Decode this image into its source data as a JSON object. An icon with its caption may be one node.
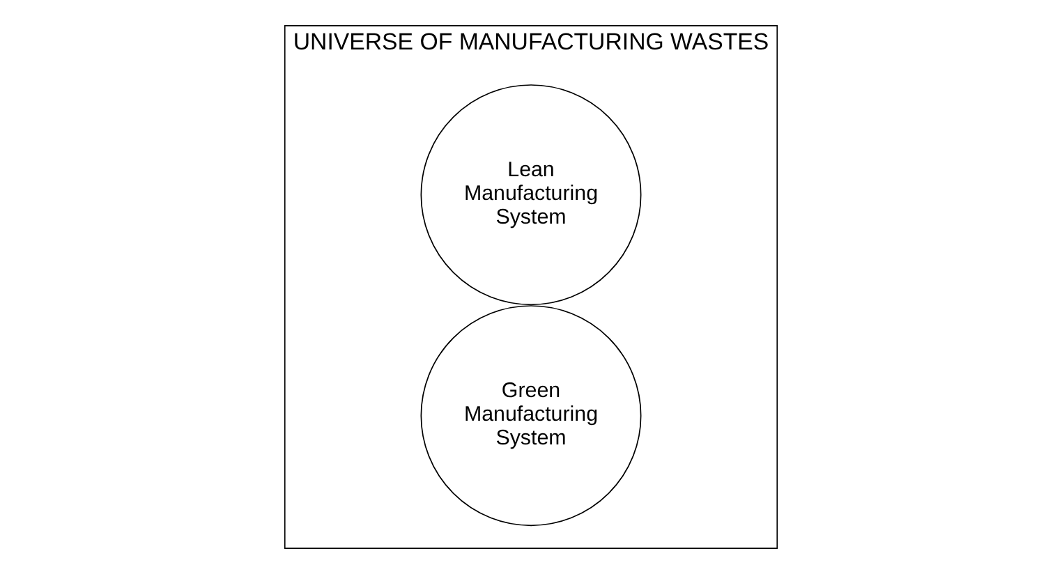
{
  "diagram": {
    "nodes": [
      {
        "text": [
          "UNIVERSE OF MANUFACTURING WASTES"
        ]
      },
      {
        "text": [
          "Lean Manufacturing System"
        ],
        "in": 0
      },
      {
        "text": [
          "Green Manufacturing System"
        ],
        "in": 0
      }
    ],
    "edges": []
  }
}
